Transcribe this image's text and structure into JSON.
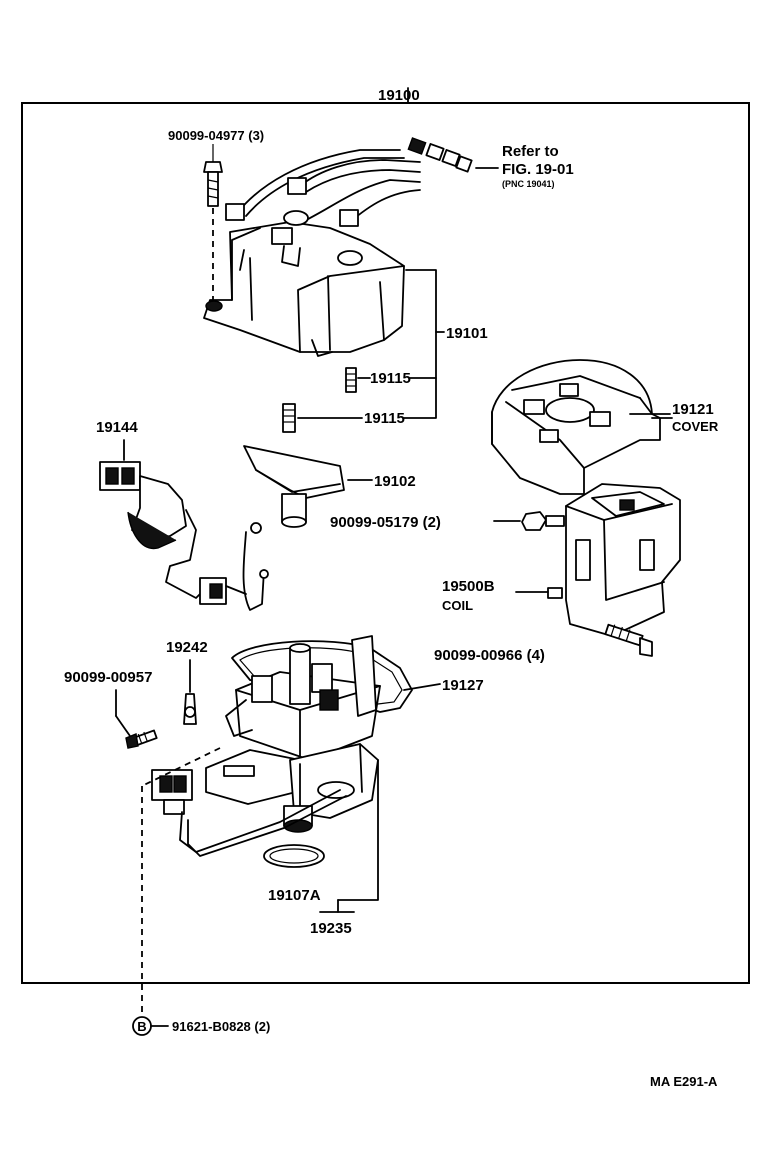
{
  "diagram": {
    "assembly_label": "19100",
    "drawing_code": "MA E291-A",
    "refer": {
      "line1": "Refer to",
      "line2": "FIG. 19-01",
      "line3": "(PNC 19041)"
    },
    "labels": {
      "bolt_top": "90099-04977 (3)",
      "cap": "19101",
      "spring_a": "19115",
      "spring_b": "19115",
      "cover_num": "19121",
      "cover_name": "COVER",
      "pickup": "19144",
      "rotor": "19102",
      "nut": "90099-05179 (2)",
      "coil_num": "19500B",
      "coil_name": "COIL",
      "clamp": "19242",
      "screw_left": "90099-00957",
      "bolt_coil": "90099-00966 (4)",
      "gasket": "19127",
      "oring": "19107A",
      "housing": "19235",
      "bolt_b_marker": "B",
      "bolt_b": "91621-B0828 (2)"
    }
  }
}
